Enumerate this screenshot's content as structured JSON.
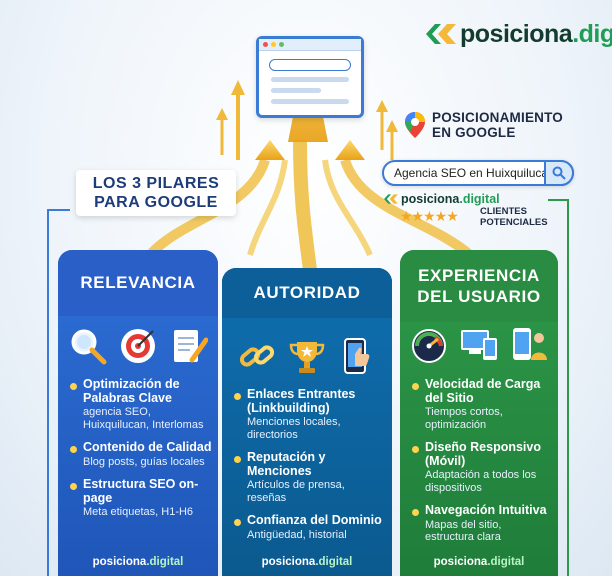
{
  "brand": {
    "name_main": "posiciona",
    "name_dot": ".digital"
  },
  "colors": {
    "blue": "#2e6fd6",
    "teal": "#0f6fb0",
    "green": "#2e9a49",
    "gold": "#f5b93a",
    "star": "#f5a623"
  },
  "google_badge": {
    "line1": "POSICIONAMIENTO",
    "line2": "EN GOOGLE",
    "icon": "google-maps-pin-icon"
  },
  "search": {
    "value": "Agencia SEO en Huixquilucan",
    "icon": "search-icon"
  },
  "result": {
    "brand_main": "posiciona",
    "brand_dot": ".digital",
    "stars": "★★★★★",
    "label_line1": "CLIENTES",
    "label_line2": "POTENCIALES"
  },
  "pillars_title": {
    "line1": "LOS 3 PILARES",
    "line2": "PARA GOOGLE"
  },
  "columns": {
    "relevancia": {
      "title": "RELEVANCIA",
      "icons": [
        "magnifier-icon",
        "target-icon",
        "document-pencil-icon"
      ],
      "items": [
        {
          "title": "Optimización de Palabras Clave",
          "desc": "agencia SEO, Huixquilucan, Interlomas"
        },
        {
          "title": "Contenido de Calidad",
          "desc": "Blog posts, guías locales"
        },
        {
          "title": "Estructura SEO on-page",
          "desc": "Meta etiquetas, H1-H6"
        }
      ],
      "footer_main": "posiciona",
      "footer_dot": ".digital"
    },
    "autoridad": {
      "title": "AUTORIDAD",
      "icons": [
        "chain-link-icon",
        "trophy-icon",
        "phone-thumbs-up-icon"
      ],
      "items": [
        {
          "title": "Enlaces Entrantes (Linkbuilding)",
          "desc": "Menciones locales, directorios"
        },
        {
          "title": "Reputación y Menciones",
          "desc": "Artículos de prensa, reseñas"
        },
        {
          "title": "Confianza del Dominio",
          "desc": "Antigüedad, historial"
        }
      ],
      "footer_main": "posiciona",
      "footer_dot": ".digital"
    },
    "experiencia": {
      "title_line1": "EXPERIENCIA",
      "title_line2": "DEL USUARIO",
      "icons": [
        "speedometer-icon",
        "responsive-devices-icon",
        "user-mobile-icon"
      ],
      "items": [
        {
          "title": "Velocidad de Carga del Sitio",
          "desc": "Tiempos cortos, optimización"
        },
        {
          "title": "Diseño Responsivo (Móvil)",
          "desc": "Adaptación a todos los dispositivos"
        },
        {
          "title": "Navegación Intuitiva",
          "desc": "Mapas del sitio, estructura clara"
        }
      ],
      "footer_main": "posiciona",
      "footer_dot": ".digital"
    }
  }
}
